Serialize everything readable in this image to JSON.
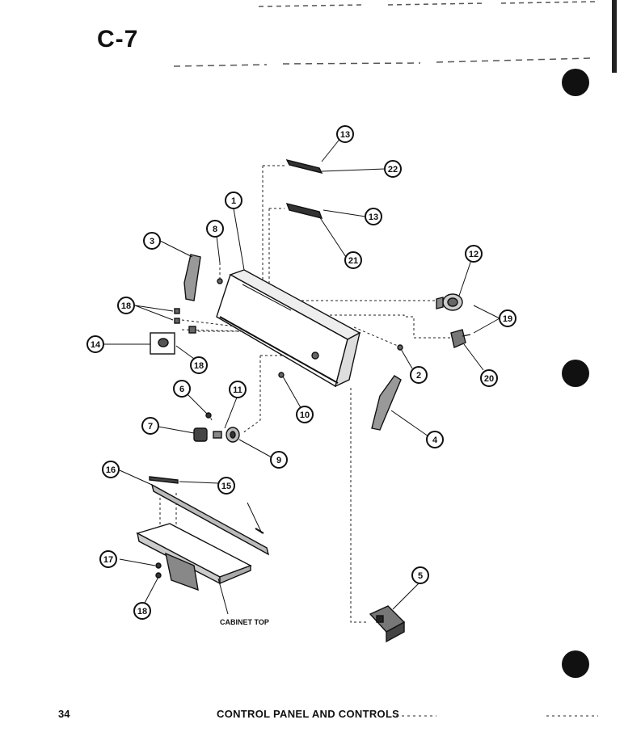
{
  "header": {
    "page_code": "C-7"
  },
  "footer": {
    "page_number": "34",
    "caption": "CONTROL PANEL AND CONTROLS"
  },
  "diagram": {
    "cabinet_label": "CABINET TOP",
    "callouts": [
      {
        "id": "c13a",
        "label": "13"
      },
      {
        "id": "c22",
        "label": "22"
      },
      {
        "id": "c1",
        "label": "1"
      },
      {
        "id": "c13b",
        "label": "13"
      },
      {
        "id": "c3",
        "label": "3"
      },
      {
        "id": "c8a",
        "label": "8"
      },
      {
        "id": "c21",
        "label": "21"
      },
      {
        "id": "c12",
        "label": "12"
      },
      {
        "id": "c18a",
        "label": "18"
      },
      {
        "id": "c19",
        "label": "19"
      },
      {
        "id": "c14",
        "label": "14"
      },
      {
        "id": "c18b",
        "label": "18"
      },
      {
        "id": "c2",
        "label": "2"
      },
      {
        "id": "c20",
        "label": "20"
      },
      {
        "id": "c6",
        "label": "6"
      },
      {
        "id": "c11",
        "label": "11"
      },
      {
        "id": "c10",
        "label": "10"
      },
      {
        "id": "c4",
        "label": "4"
      },
      {
        "id": "c7",
        "label": "7"
      },
      {
        "id": "c9",
        "label": "9"
      },
      {
        "id": "c16",
        "label": "16"
      },
      {
        "id": "c15",
        "label": "15"
      },
      {
        "id": "c17",
        "label": "17"
      },
      {
        "id": "c18c",
        "label": "18"
      },
      {
        "id": "c5",
        "label": "5"
      }
    ]
  }
}
